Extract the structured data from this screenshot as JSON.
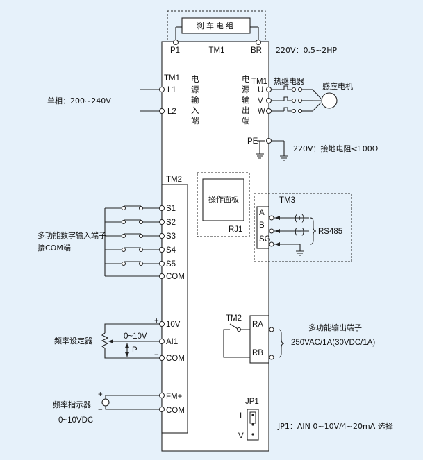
{
  "brake_unit": "刹车电组",
  "tm1_top": {
    "p1": "P1",
    "tm1": "TM1",
    "br": "BR"
  },
  "motor_rating": "220V：0.5~2HP",
  "input": {
    "tm1": "TM1",
    "l1": "L1",
    "l2": "L2",
    "vertical_text": "电源输入端",
    "supply": "单相：200~240V"
  },
  "output": {
    "tm1": "TM1",
    "vertical_text": "电源输出端",
    "u": "U",
    "v": "V",
    "w": "W",
    "relay": "热继电器",
    "motor": "感应电机"
  },
  "ground": {
    "pe": "PE",
    "note": "220V：接地电阻<100Ω"
  },
  "panel": {
    "label": "操作面板",
    "rj": "RJ1"
  },
  "tm2": {
    "title": "TM2",
    "inputs": [
      "S1",
      "S2",
      "S3",
      "S4",
      "S5",
      "COM"
    ],
    "inputs_note_line1": "多功能数字输入端子",
    "inputs_note_line2": "接COM端",
    "analog": {
      "v10": "10V",
      "ai1": "AI1",
      "com": "COM",
      "plus": "+",
      "minus": "−",
      "range": "0~10V",
      "p": "P",
      "device": "频率设定器"
    },
    "meter": {
      "fm": "FM+",
      "com": "COM",
      "plus": "+",
      "minus": "−",
      "device": "频率指示器",
      "range": "0~10VDC"
    }
  },
  "tm3": {
    "title": "TM3",
    "a": "A",
    "b": "B",
    "sg": "SG",
    "pos": "(+)",
    "neg": "(−)",
    "protocol": "RS485"
  },
  "relay_out": {
    "tm2": "TM2",
    "ra": "RA",
    "rb": "RB",
    "note_line1": "多功能输出端子",
    "note_line2": "250VAC/1A(30VDC/1A)"
  },
  "jumper": {
    "jp1": "JP1",
    "i": "I",
    "v": "V",
    "note": "JP1：AIN  0~10V/4~20mA 选择"
  }
}
